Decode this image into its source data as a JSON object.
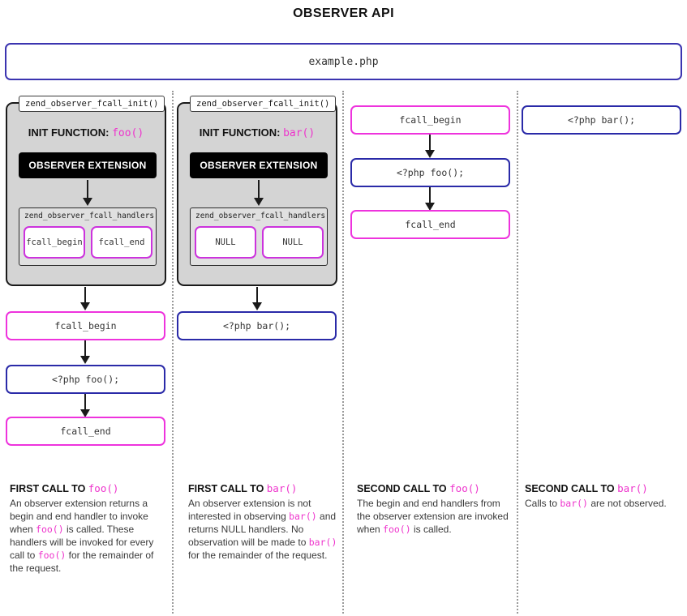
{
  "title": "OBSERVER API",
  "file_bar": {
    "label": "example.php"
  },
  "colors": {
    "magenta": "#ee33dd",
    "blue": "#2a2aa8",
    "file_bar_blue": "#3b34b0",
    "gray_container": "#d4d4d4",
    "handlers_bg": "#e0e0e0",
    "extension_bar": "#000000",
    "separator": "#9a9a9a"
  },
  "columns": [
    {
      "id": "col-foo-first",
      "gray": {
        "label": "zend_observer_fcall_init()",
        "init_prefix": "INIT FUNCTION:",
        "init_fn": "foo()",
        "extension_label": "OBSERVER EXTENSION",
        "handlers_title": "zend_observer_fcall_handlers",
        "handler_left": "fcall_begin",
        "handler_right": "fcall_end"
      },
      "flow": [
        {
          "text": "fcall_begin",
          "style": "magenta"
        },
        {
          "text": "<?php foo();",
          "style": "blue"
        },
        {
          "text": "fcall_end",
          "style": "magenta"
        }
      ],
      "caption": {
        "heading_prefix": "FIRST CALL TO",
        "heading_fn": "foo()",
        "body": [
          {
            "t": "An observer extension returns a begin and end handler to invoke when "
          },
          {
            "t": "foo()",
            "fn": true
          },
          {
            "t": " is called. These handlers will be invoked for every call to "
          },
          {
            "t": "foo()",
            "fn": true
          },
          {
            "t": " for the remainder of the request."
          }
        ]
      }
    },
    {
      "id": "col-bar-first",
      "gray": {
        "label": "zend_observer_fcall_init()",
        "init_prefix": "INIT FUNCTION:",
        "init_fn": "bar()",
        "extension_label": "OBSERVER EXTENSION",
        "handlers_title": "zend_observer_fcall_handlers",
        "handler_left": "NULL",
        "handler_right": "NULL"
      },
      "flow": [
        {
          "text": "<?php bar();",
          "style": "blue"
        }
      ],
      "caption": {
        "heading_prefix": "FIRST CALL TO",
        "heading_fn": "bar()",
        "body": [
          {
            "t": "An observer extension is not interested in observing "
          },
          {
            "t": "bar()",
            "fn": true
          },
          {
            "t": " and returns NULL handlers. No observation will be made to "
          },
          {
            "t": "bar()",
            "fn": true
          },
          {
            "t": " for the remainder of the request."
          }
        ]
      }
    },
    {
      "id": "col-foo-second",
      "flow": [
        {
          "text": "fcall_begin",
          "style": "magenta"
        },
        {
          "text": "<?php foo();",
          "style": "blue"
        },
        {
          "text": "fcall_end",
          "style": "magenta"
        }
      ],
      "caption": {
        "heading_prefix": "SECOND CALL TO",
        "heading_fn": "foo()",
        "body": [
          {
            "t": "The begin and end handlers from the observer extension are invoked when "
          },
          {
            "t": "foo()",
            "fn": true
          },
          {
            "t": " is called."
          }
        ]
      }
    },
    {
      "id": "col-bar-second",
      "flow": [
        {
          "text": "<?php bar();",
          "style": "blue"
        }
      ],
      "caption": {
        "heading_prefix": "SECOND CALL TO",
        "heading_fn": "bar()",
        "body": [
          {
            "t": "Calls to "
          },
          {
            "t": "bar()",
            "fn": true
          },
          {
            "t": " are not observed."
          }
        ]
      }
    }
  ]
}
